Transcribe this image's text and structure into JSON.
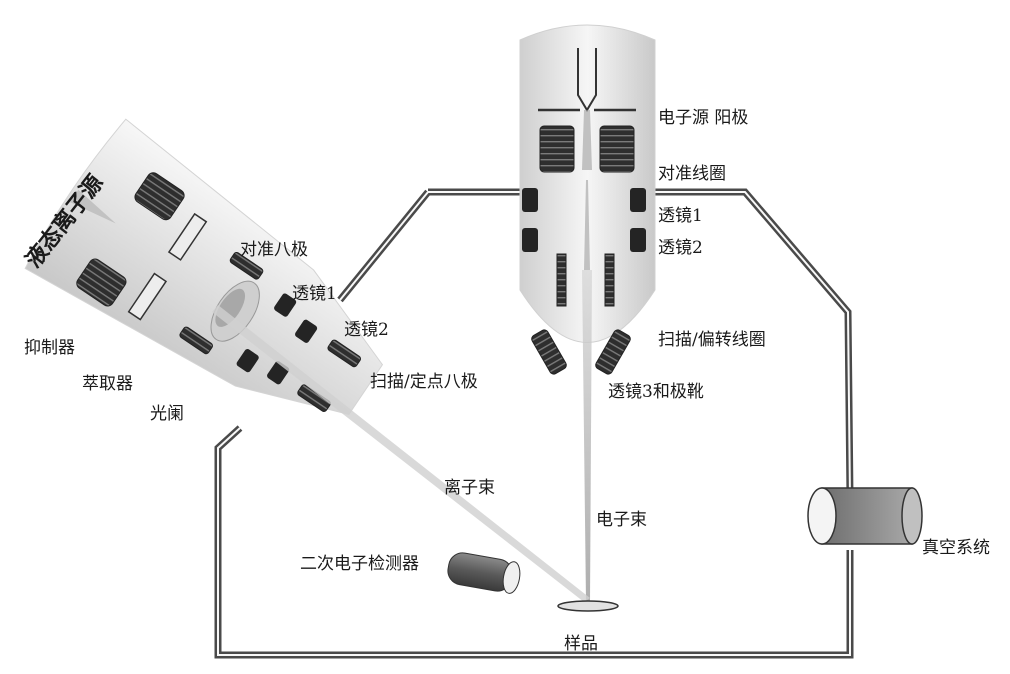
{
  "labels": {
    "liquid_ion_source": "液态离子源",
    "align_octopole": "对准八极",
    "ion_lens1": "透镜1",
    "ion_lens2": "透镜2",
    "suppressor": "抑制器",
    "extractor": "萃取器",
    "aperture": "光阑",
    "scan_octopole": "扫描/定点八极",
    "electron_source_anode": "电子源 阳极",
    "align_coil": "对准线圈",
    "e_lens1": "透镜1",
    "e_lens2": "透镜2",
    "scan_deflect_coil": "扫描/偏转线圈",
    "lens3_pole_boot": "透镜3和极靴",
    "ion_beam": "离子束",
    "electron_beam": "电子束",
    "secondary_electron_detector": "二次电子检测器",
    "sample": "样品",
    "vacuum_system": "真空系统"
  },
  "colors": {
    "chamber_wall": "#4d4d4d",
    "column_light": "#f2f2f2",
    "column_dark": "#c4c4c4",
    "component_dark": "#2b2b2b",
    "beam": "#bdbdbd"
  }
}
